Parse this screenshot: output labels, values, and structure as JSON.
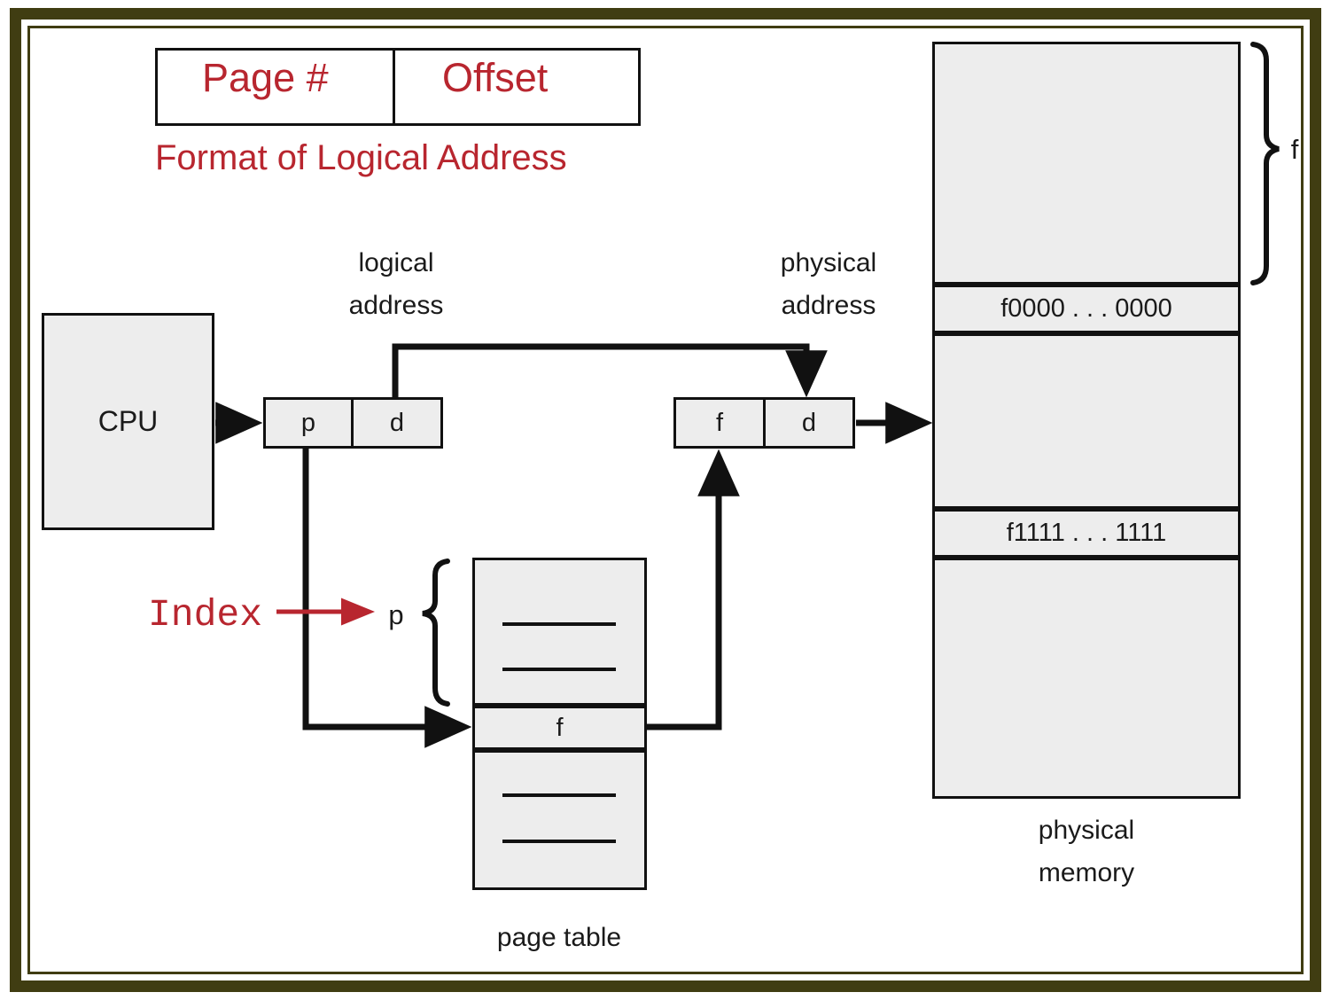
{
  "slide": {
    "frame_color": "#403d12",
    "accent_color": "#b8262f",
    "fill_color": "#ededed",
    "stroke_color": "#111111"
  },
  "address_format": {
    "page_field_label": "Page #",
    "offset_field_label": "Offset",
    "caption": "Format of Logical Address"
  },
  "diagram": {
    "cpu_label": "CPU",
    "logical_address_label_line1": "logical",
    "logical_address_label_line2": "address",
    "physical_address_label_line1": "physical",
    "physical_address_label_line2": "address",
    "logical_address_fields": {
      "page_number": "p",
      "displacement": "d"
    },
    "physical_address_fields": {
      "frame_number": "f",
      "displacement": "d"
    },
    "index_annotation": "Index",
    "page_table": {
      "brace_label": "p",
      "entry_label": "f",
      "caption": "page table"
    },
    "physical_memory": {
      "frame_brace_label": "f",
      "row_start_address": "f0000 . . . 0000",
      "row_end_address": "f1111 . . . 1111",
      "caption_line1": "physical",
      "caption_line2": "memory"
    }
  }
}
